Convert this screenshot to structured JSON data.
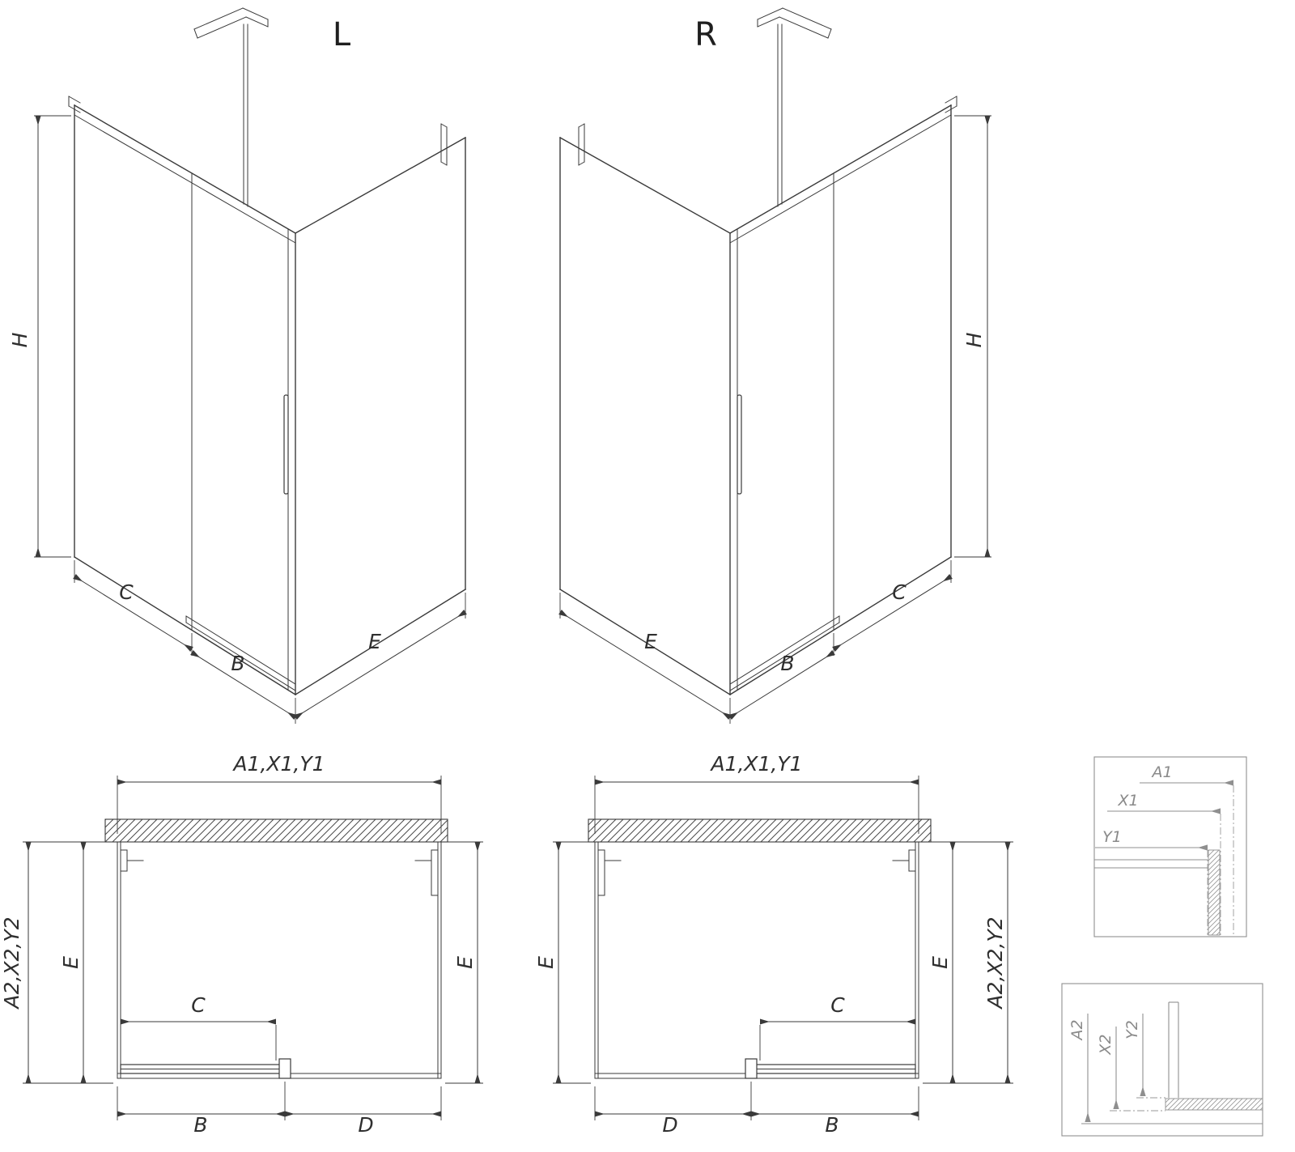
{
  "drawing": {
    "colors": {
      "background": "#ffffff",
      "line": "#3a3a3a",
      "detail_line": "#8f8f8f"
    },
    "iso_left": {
      "label": "L",
      "dim_height": "H",
      "dim_c": "C",
      "dim_b": "B",
      "dim_e": "E"
    },
    "iso_right": {
      "label": "R",
      "dim_height": "H",
      "dim_c": "C",
      "dim_b": "B",
      "dim_e": "E"
    },
    "plan_left": {
      "dim_top": "A1,X1,Y1",
      "dim_side": "A2,X2,Y2",
      "dim_e_left": "E",
      "dim_e_right": "E",
      "dim_c": "C",
      "dim_b": "B",
      "dim_d": "D"
    },
    "plan_right": {
      "dim_top": "A1,X1,Y1",
      "dim_side": "A2,X2,Y2",
      "dim_e_left": "E",
      "dim_e_right": "E",
      "dim_c": "C",
      "dim_b": "B",
      "dim_d": "D"
    },
    "detail_top": {
      "dim_a1": "A1",
      "dim_x1": "X1",
      "dim_y1": "Y1"
    },
    "detail_bottom": {
      "dim_a2": "A2",
      "dim_x2": "X2",
      "dim_y2": "Y2"
    }
  }
}
